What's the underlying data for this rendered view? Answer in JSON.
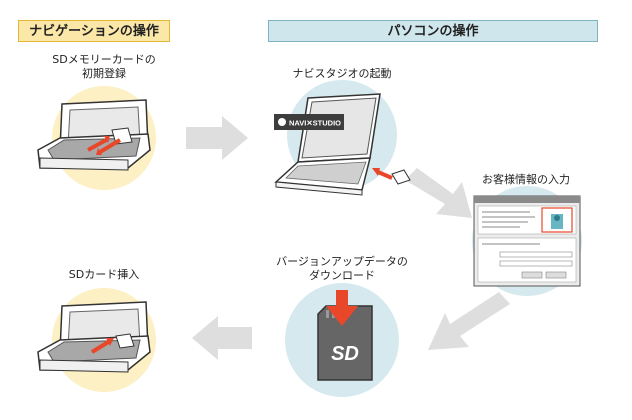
{
  "headers": {
    "navigation": "ナビゲーションの操作",
    "pc": "パソコンの操作"
  },
  "steps": {
    "sd_initial_register": {
      "line1": "SDメモリーカードの",
      "line2": "初期登録"
    },
    "navi_studio_launch": "ナビスタジオの起動",
    "customer_info_input": "お客様情報の入力",
    "version_up_download": {
      "line1": "バージョンアップデータの",
      "line2": "ダウンロード"
    },
    "sd_card_insert": "SDカード挿入"
  },
  "logo_text": "NAVI✕STUDIO",
  "sd_logo_text": "SD",
  "colors": {
    "nav_header_bg": "#fbe7a8",
    "nav_header_border": "#e3b838",
    "pc_header_bg": "#cfe6ec",
    "pc_header_border": "#7fb3c2",
    "nav_circle": "#fdf0c4",
    "pc_circle": "#d6e9ef",
    "arrow_gray": "#dedede",
    "arrow_red": "#e8472a"
  },
  "icons": [
    "car-navigation-device",
    "laptop",
    "sd-card",
    "screen-form",
    "flow-arrow"
  ]
}
